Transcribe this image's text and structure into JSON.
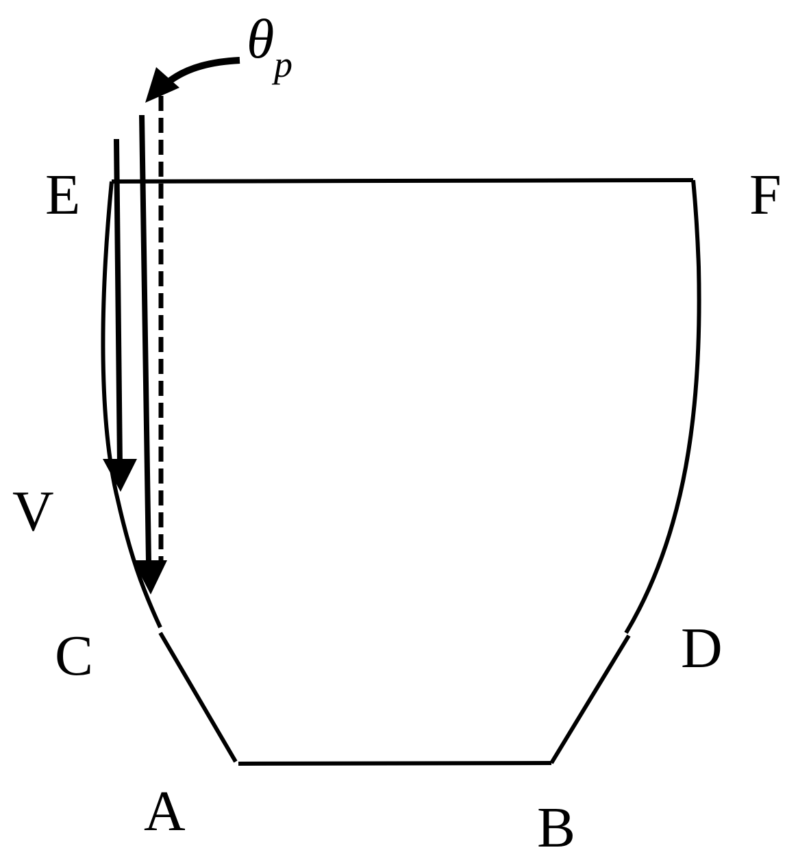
{
  "labels": {
    "A": "A",
    "B": "B",
    "C": "C",
    "D": "D",
    "E": "E",
    "F": "F",
    "V": "V"
  },
  "angle": {
    "symbol": "θ",
    "subscript": "p"
  },
  "colors": {
    "stroke": "#000000",
    "background": "#ffffff"
  }
}
